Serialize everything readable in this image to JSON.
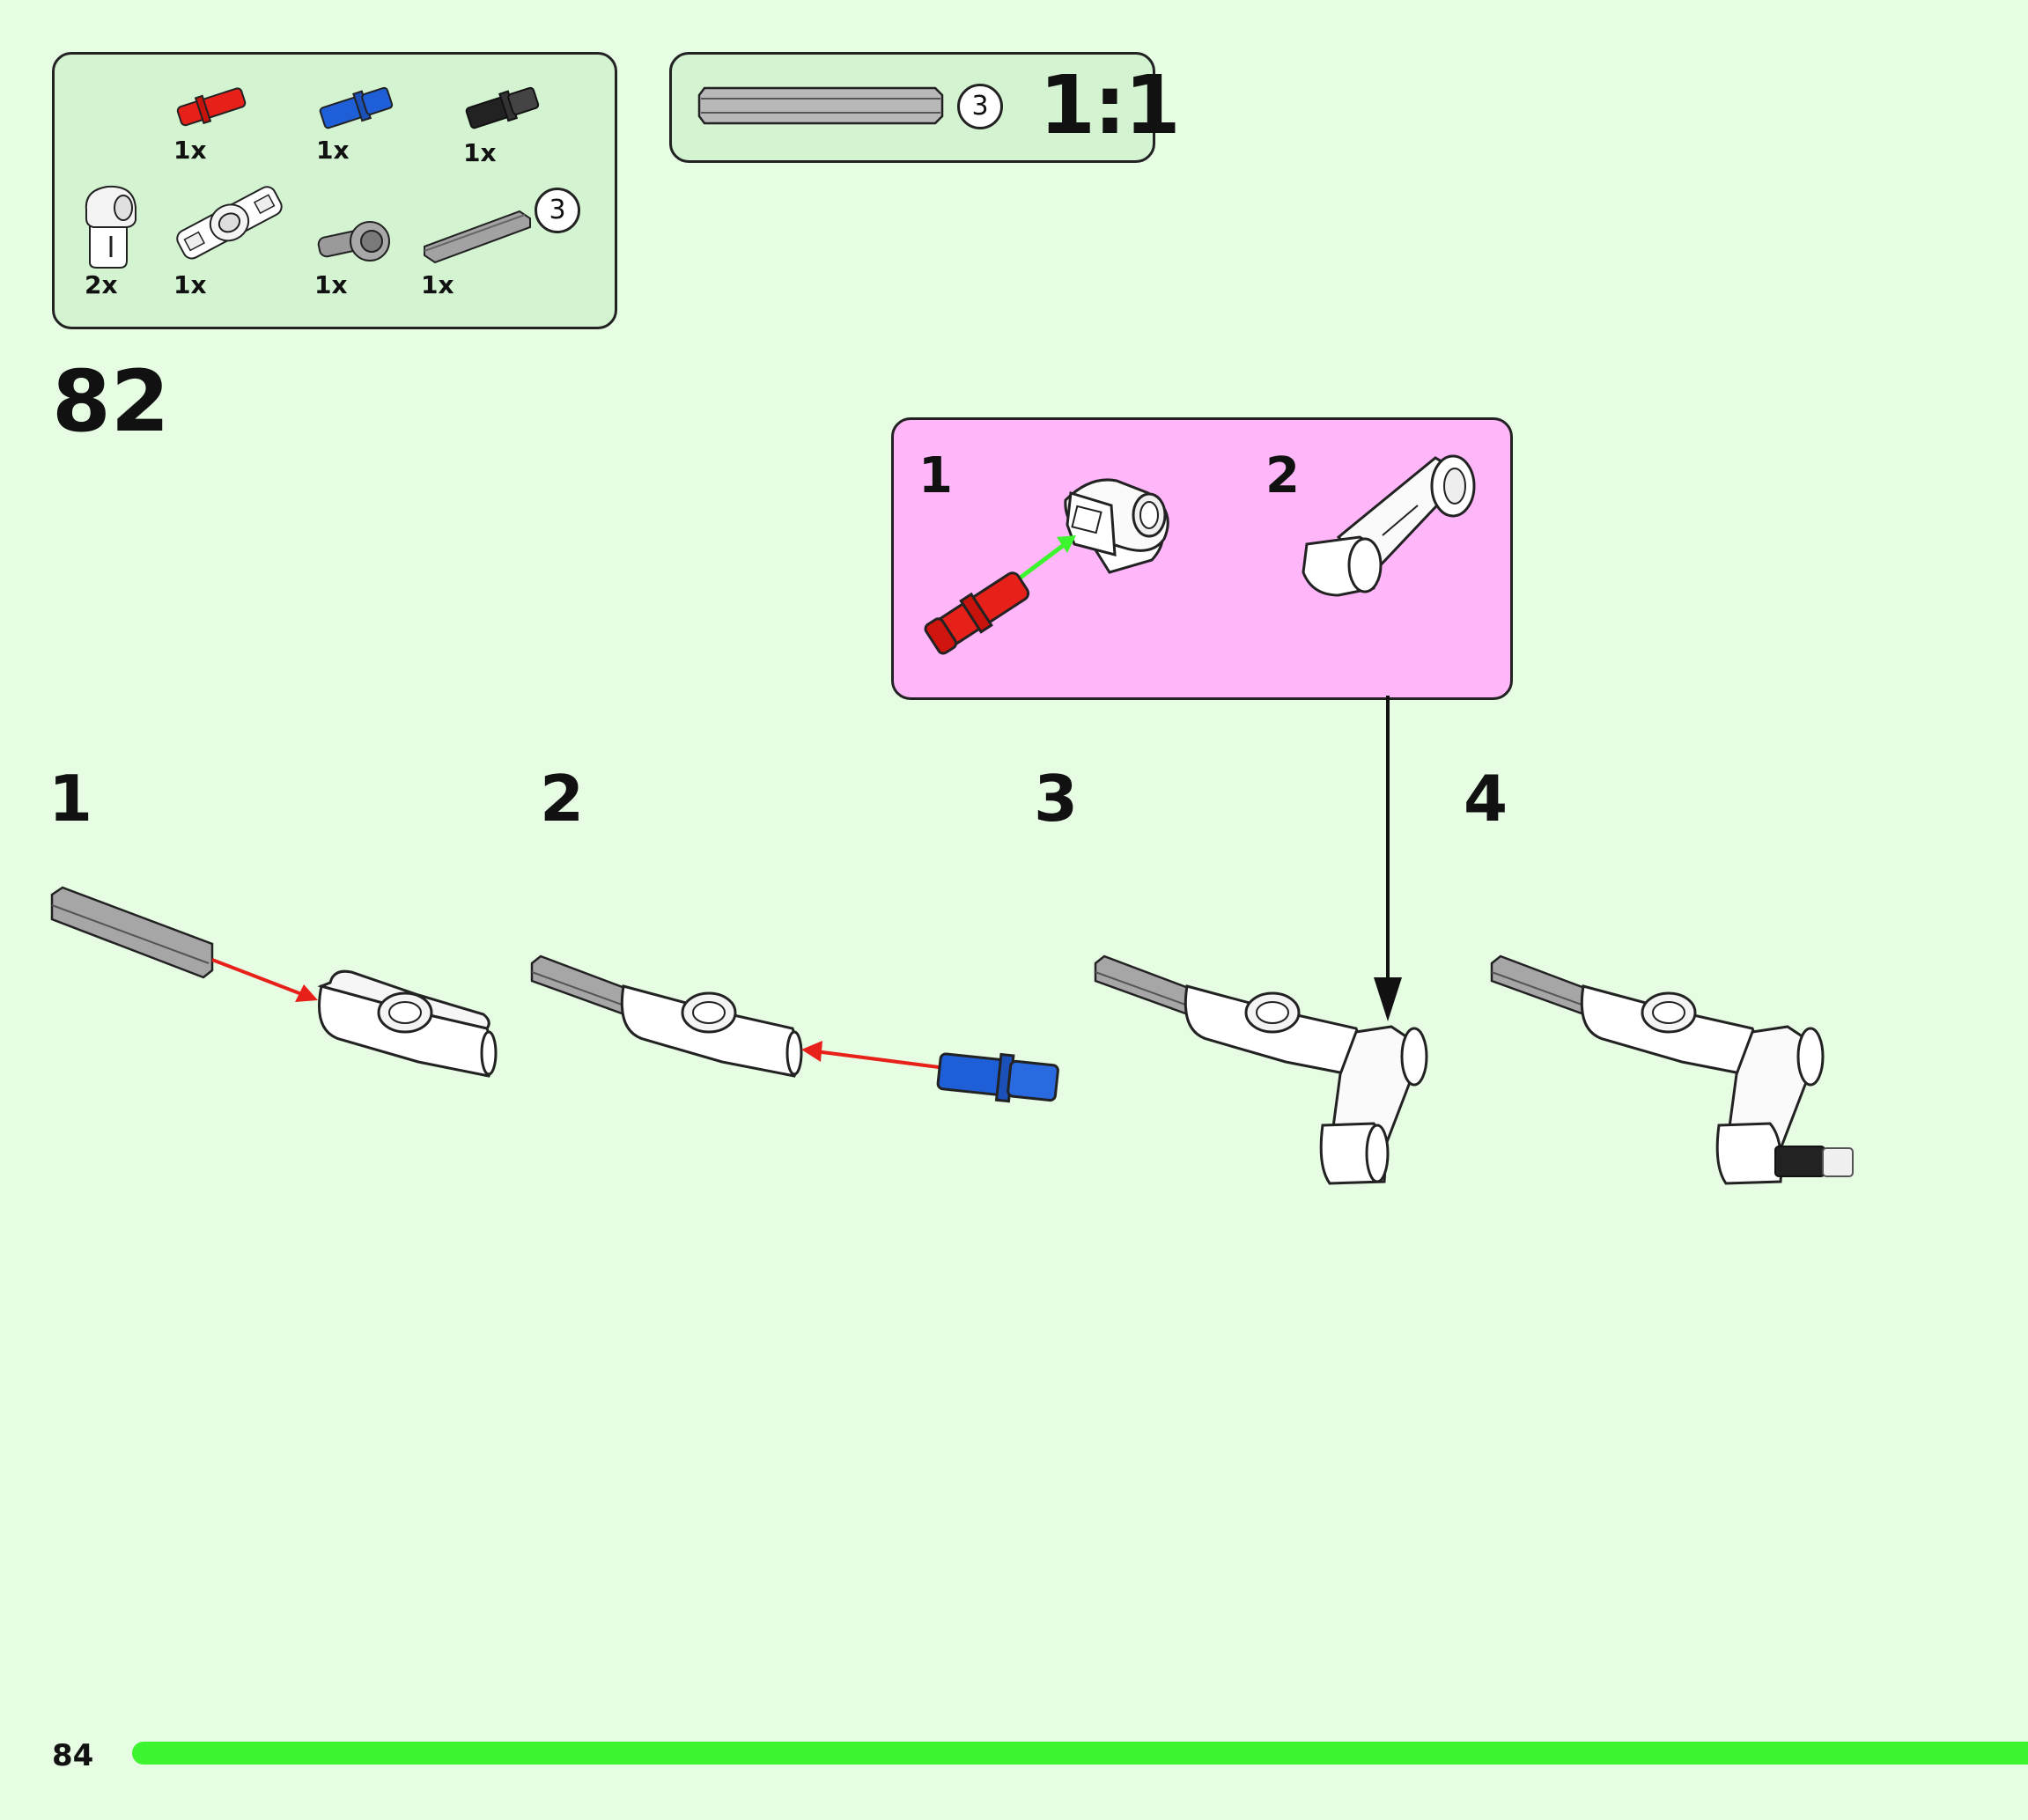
{
  "parts_list": {
    "items": [
      {
        "name": "red-axle-pin",
        "qty": "1x"
      },
      {
        "name": "blue-axle-pin",
        "qty": "1x"
      },
      {
        "name": "black-pin",
        "qty": "1x"
      },
      {
        "name": "white-angle-connector",
        "qty": "2x"
      },
      {
        "name": "white-double-connector",
        "qty": "1x"
      },
      {
        "name": "gray-angle-connector",
        "qty": "1x"
      },
      {
        "name": "gray-axle-3",
        "qty": "1x",
        "length": "3"
      }
    ]
  },
  "scale_reference": {
    "length": "3",
    "scale": "1:1"
  },
  "main_step": "82",
  "sub_assembly": {
    "steps": [
      "1",
      "2"
    ]
  },
  "steps": [
    "1",
    "2",
    "3",
    "4"
  ],
  "page": {
    "number": "84"
  },
  "colors": {
    "background": "#e6fce3",
    "panel": "#d3f3d1",
    "sub_panel": "#ffb7fa",
    "progress": "#3df52f",
    "red_part": "#e8201a",
    "blue_part": "#1e5fd8",
    "arrow_red": "#e8201a",
    "arrow_green": "#3df52f"
  }
}
